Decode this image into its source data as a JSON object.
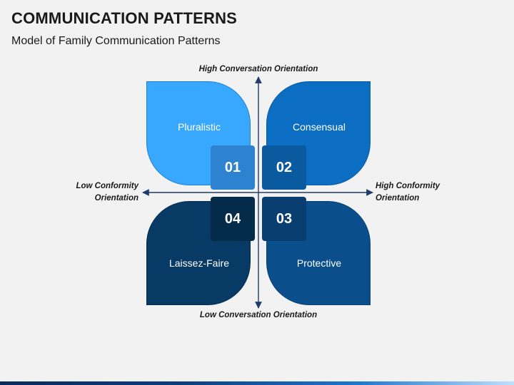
{
  "header": {
    "title": "COMMUNICATION PATTERNS",
    "subtitle": "Model of Family Communication Patterns"
  },
  "axes": {
    "top": "High Conversation Orientation",
    "bottom": "Low Conversation Orientation",
    "left": [
      "Low Conformity",
      "Orientation"
    ],
    "right": [
      "High Conformity",
      "Orientation"
    ]
  },
  "quadrants": [
    {
      "number": "01",
      "label": "Pluralistic",
      "color": "#38a8ff"
    },
    {
      "number": "02",
      "label": "Consensual",
      "color": "#0b6ec2"
    },
    {
      "number": "03",
      "label": "Protective",
      "color": "#0a4f8c"
    },
    {
      "number": "04",
      "label": "Laissez-Faire",
      "color": "#073a64"
    }
  ],
  "colors": {
    "axis": "#1f3b6b",
    "background": "#f2f2f2"
  }
}
